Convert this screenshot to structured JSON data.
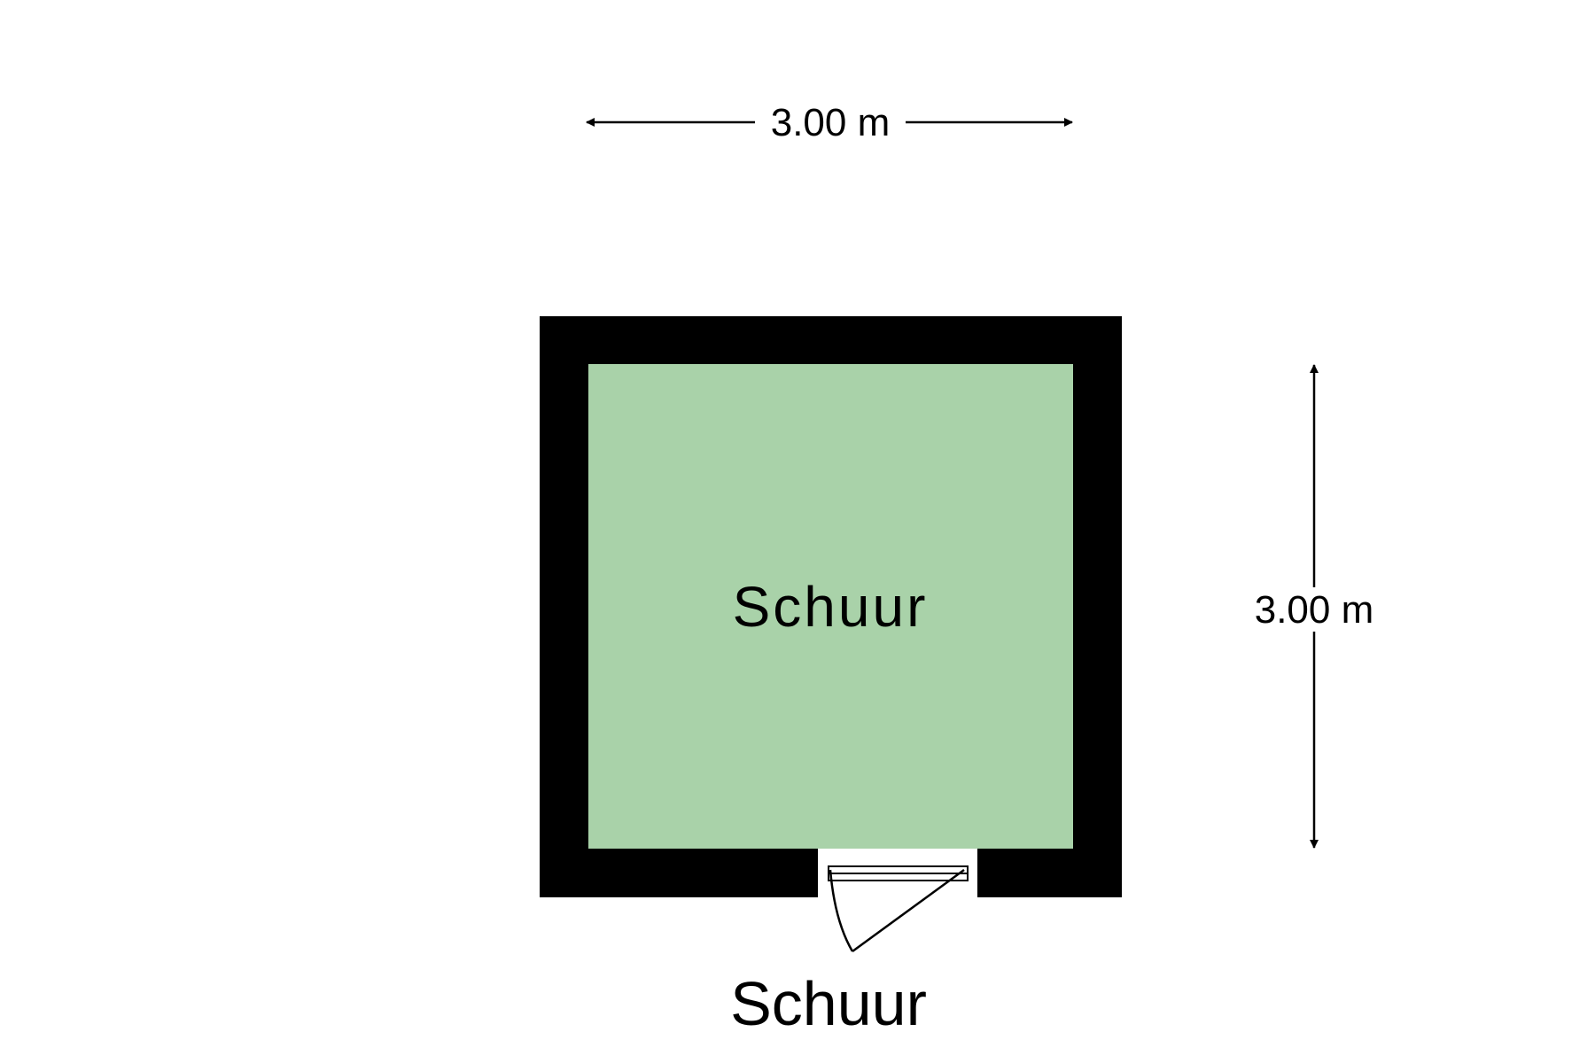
{
  "plan": {
    "room_name": "Schuur",
    "floor_caption": "Schuur",
    "dimension_width": "3.00 m",
    "dimension_depth": "3.00 m"
  },
  "colors": {
    "floor": "#a9d2a9",
    "wall": "#000000",
    "background": "#ffffff"
  }
}
